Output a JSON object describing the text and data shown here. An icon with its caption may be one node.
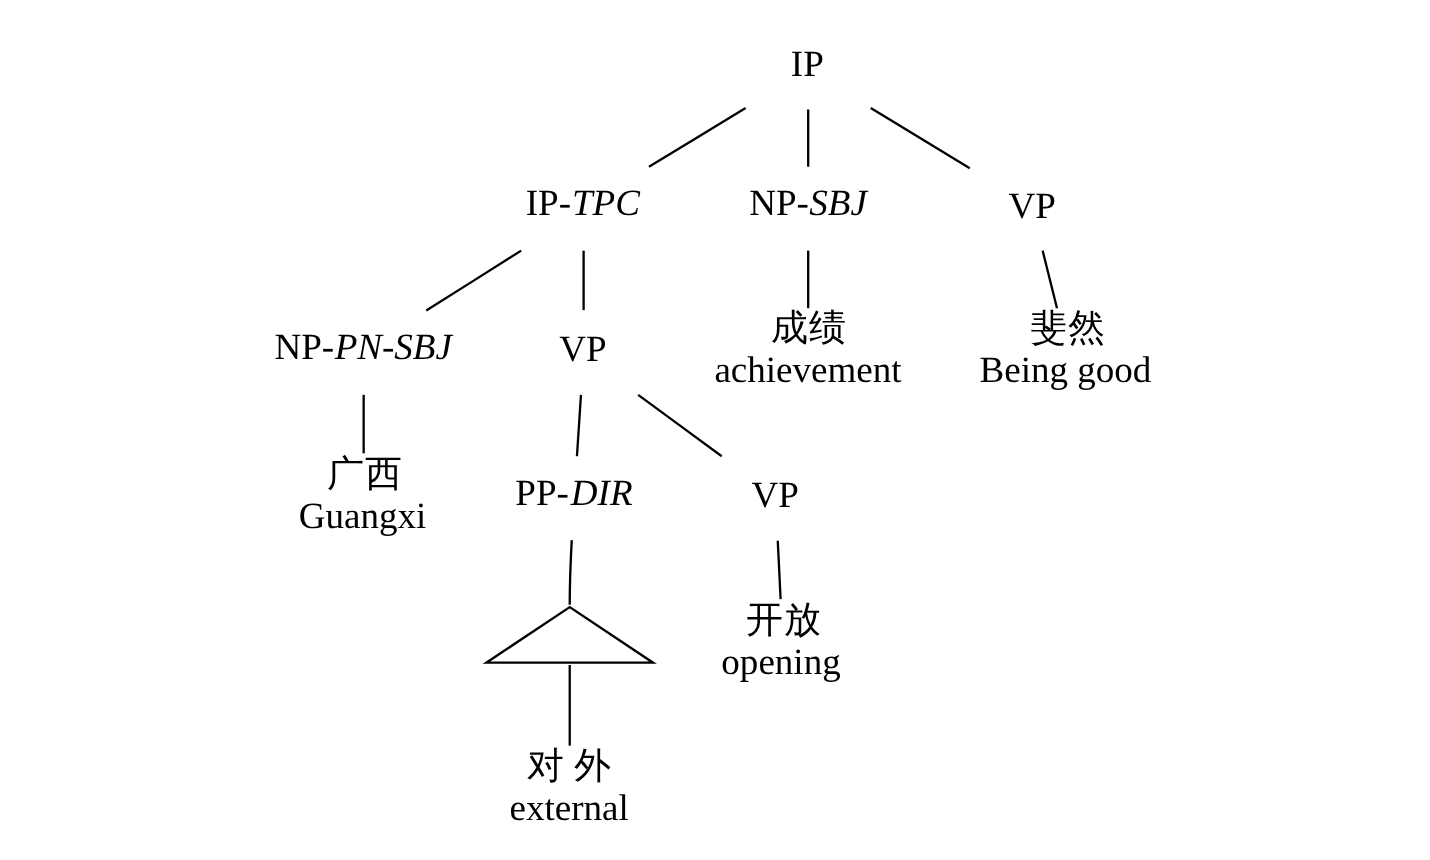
{
  "diagram": {
    "nodes": [
      {
        "text": [
          "IP"
        ]
      },
      {
        "text": [
          "IP-*TPC*"
        ]
      },
      {
        "text": [
          "NP-*SBJ*"
        ]
      },
      {
        "text": [
          "VP"
        ]
      },
      {
        "text": [
          "NP-*PN-SBJ*"
        ]
      },
      {
        "text": [
          "VP"
        ]
      },
      {
        "text": [
          "成绩",
          "achievement"
        ]
      },
      {
        "text": [
          "斐然",
          "Being good"
        ]
      },
      {
        "text": [
          "广西",
          "Guangxi"
        ]
      },
      {
        "text": [
          "PP-*DIR*"
        ]
      },
      {
        "text": [
          "VP"
        ]
      },
      {
        "text": [],
        "shape": "triangle"
      },
      {
        "text": [
          "对 外",
          "external"
        ]
      },
      {
        "text": [
          "开放",
          "opening"
        ]
      }
    ],
    "edges": [
      {
        "from": 0,
        "to": 1,
        "arrow": "none"
      },
      {
        "from": 0,
        "to": 2,
        "arrow": "none"
      },
      {
        "from": 0,
        "to": 3,
        "arrow": "none"
      },
      {
        "from": 1,
        "to": 4,
        "arrow": "none"
      },
      {
        "from": 1,
        "to": 5,
        "arrow": "none"
      },
      {
        "from": 2,
        "to": 6,
        "arrow": "none"
      },
      {
        "from": 3,
        "to": 7,
        "arrow": "none"
      },
      {
        "from": 4,
        "to": 8,
        "arrow": "none"
      },
      {
        "from": 5,
        "to": 9,
        "arrow": "none"
      },
      {
        "from": 5,
        "to": 10,
        "arrow": "none"
      },
      {
        "from": 9,
        "to": 11,
        "arrow": "none"
      },
      {
        "from": 11,
        "to": 12,
        "arrow": "none"
      },
      {
        "from": 10,
        "to": 13,
        "arrow": "none"
      }
    ]
  }
}
